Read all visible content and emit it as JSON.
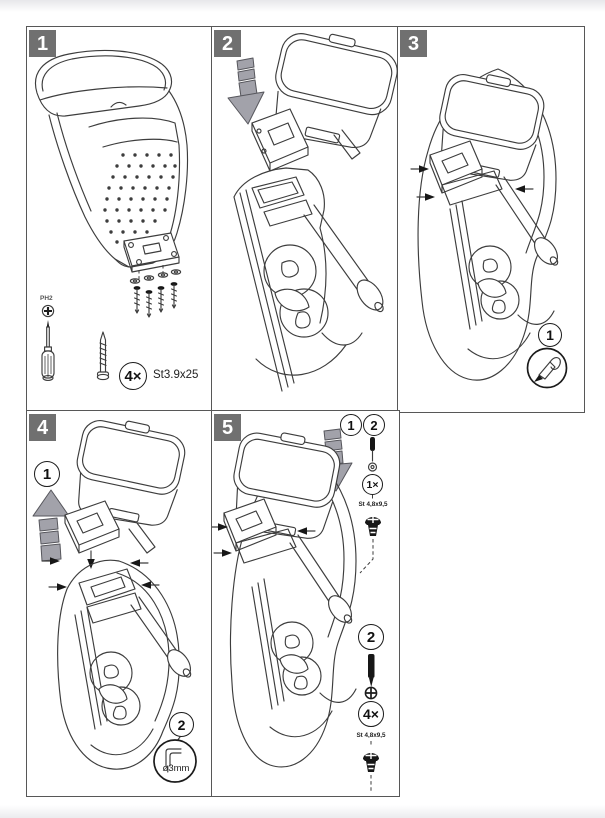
{
  "sheet": {
    "type": "armrest-installation-instructions",
    "background": "#ffffff",
    "panel_border_color": "#575757",
    "badge_bg": "#707070",
    "badge_text_color": "#ffffff",
    "line_art_color": "#3d3d3d",
    "push_arrow_color": "#a2a2aa"
  },
  "icons": {
    "ph2_bit": "ph2-bit-icon",
    "screwdriver": "screwdriver-icon",
    "reference_screw": "screw-icon",
    "washer": "washer-icon",
    "push_down_arrow": "push-down-arrow-icon",
    "lift_up_arrow": "lift-up-arrow-icon",
    "marking_tool": "marking-tool-icon",
    "drill_bit": "drill-bit-icon",
    "phillips_screw": "phillips-screw-icon",
    "bit_cross": "phillips-cross-icon"
  },
  "step1": {
    "badge": "1",
    "bit_label": "PH2",
    "count": "4×",
    "spec": "St3.9x25"
  },
  "step2": {
    "badge": "2"
  },
  "step3": {
    "badge": "3",
    "mark_callout": "1"
  },
  "step4": {
    "badge": "4",
    "lift_callout": "1",
    "drill_callout": "2",
    "drill_size": "ø3mm"
  },
  "step5": {
    "badge": "5",
    "insert_callout": "1",
    "washer_callout": "2",
    "washer_screw_count": "1×",
    "washer_screw_spec": "St 4,8x9,5",
    "fasten_callout": "2",
    "screw_count": "4×",
    "screw_spec": "St 4,8x9,5"
  }
}
